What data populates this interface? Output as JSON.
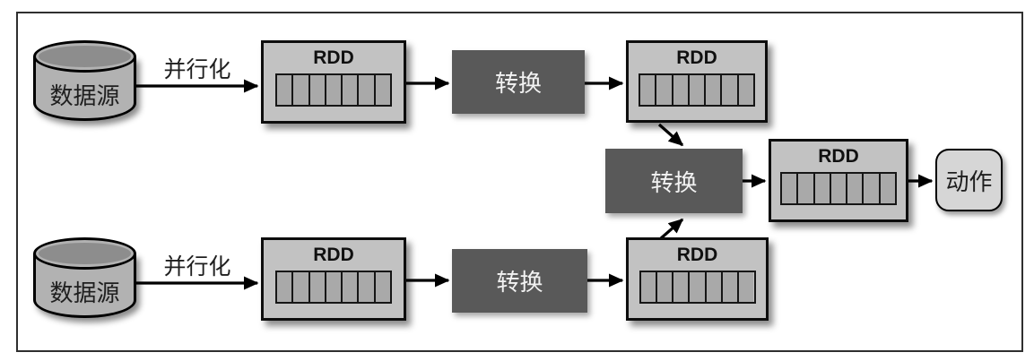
{
  "labels": {
    "data_source": "数据源",
    "parallelize": "并行化",
    "rdd": "RDD",
    "transform": "转换",
    "action": "动作"
  },
  "rdd": {
    "partition_count": 7
  },
  "colors": {
    "frame_border": "#2f2f2f",
    "rdd_fill": "#c2c2c2",
    "partition_fill": "#a9a9a9",
    "transform_fill": "#595959",
    "transform_text": "#f2f2f2",
    "cylinder_body_fill": "#b2b2b2",
    "cylinder_top_fill": "#8d8d8d",
    "action_fill": "#d6d6d6",
    "label_text": "#1f1f1f",
    "line": "#000000"
  }
}
